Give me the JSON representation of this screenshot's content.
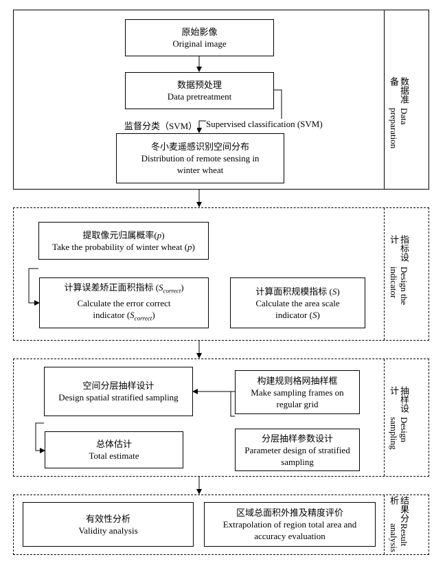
{
  "sections": {
    "prep": {
      "cn": "数据准备",
      "en": "Data preparation"
    },
    "design": {
      "cn": "指标设计",
      "en": "Design the indicator"
    },
    "sampling": {
      "cn": "抽样设计",
      "en": "Design sampling"
    },
    "result": {
      "cn": "结果分析",
      "en": "Result analysis"
    }
  },
  "boxes": {
    "original": {
      "cn": "原始影像",
      "en": "Original image"
    },
    "pretreat": {
      "cn": "数据预处理",
      "en": "Data pretreatment"
    },
    "distribution": {
      "cn": "冬小麦遥感识别空间分布",
      "en1": "Distribution of remote sensing in",
      "en2": "winter wheat"
    },
    "probability": {
      "cn": "提取像元归属概率",
      "p": "p",
      "en": "Take the probability of winter wheat"
    },
    "error": {
      "cn": "计算误差矫正面积指标",
      "s": "S",
      "sub": "correct",
      "en1": "Calculate the error correct",
      "en2": "indicator"
    },
    "area": {
      "cn": "计算面积规模指标",
      "s": "S",
      "en1": "Calculate the area scale",
      "en2": "indicator"
    },
    "stratified": {
      "cn": "空间分层抽样设计",
      "en": "Design spatial stratified sampling"
    },
    "frames": {
      "cn": "构建规则格网抽样框",
      "en1": "Make sampling frames on",
      "en2": "regular grid"
    },
    "total": {
      "cn": "总体估计",
      "en": "Total estimate"
    },
    "params": {
      "cn": "分层抽样参数设计",
      "en1": "Parameter design of stratified",
      "en2": "sampling"
    },
    "validity": {
      "cn": "有效性分析",
      "en": "Validity analysis"
    },
    "extrapolation": {
      "cn": "区域总面积外推及精度评价",
      "en1": "Extrapolation of region total area and",
      "en2": "accuracy evaluation"
    }
  },
  "notes": {
    "svm_cn": "监督分类（SVM）",
    "svm_en": "Supervised classification (SVM)"
  }
}
